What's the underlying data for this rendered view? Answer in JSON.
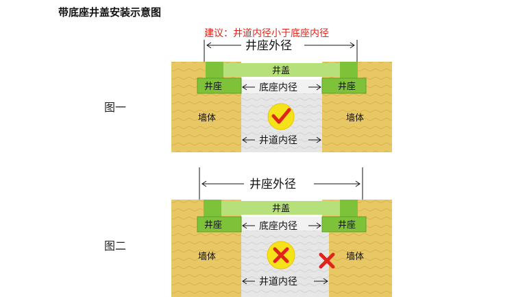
{
  "title": "带底座井盖安装示意图",
  "figure1": {
    "label": "图一",
    "note": "建议：井道内径小于底座内径",
    "outer_dim": "井座外径",
    "cover": "井盖",
    "seat_left": "井座",
    "seat_right": "井座",
    "base_inner": "底座内径",
    "shaft_inner": "井道内径",
    "wall_left": "墙体",
    "wall_right": "墙体",
    "verdict": "correct"
  },
  "figure2": {
    "label": "图二",
    "outer_dim": "井座外径",
    "cover": "井盖",
    "seat_left": "井座",
    "seat_right": "井座",
    "base_inner": "底座内径",
    "shaft_inner": "井道内径",
    "wall_left": "墙体",
    "wall_right": "墙体",
    "verdict": "wrong"
  },
  "colors": {
    "wall": "#e8c865",
    "seat": "#7ec23a",
    "seat_dark": "#5aa025",
    "cover": "#b6e07a",
    "shaft": "#e4e4e4",
    "check_circle": "#f6e21a",
    "mark_red": "#e0231b"
  }
}
